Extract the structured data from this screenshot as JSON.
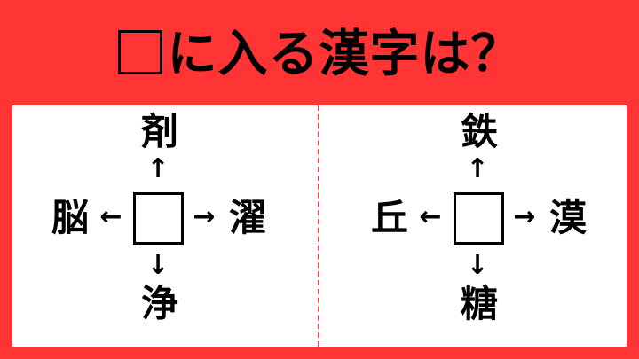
{
  "header": {
    "title_box_symbol": "",
    "title_text": "に入る漢字は？",
    "background_color": "#ff3434"
  },
  "puzzles": [
    {
      "top": "剤",
      "left": "脳",
      "right": "濯",
      "bottom": "浄",
      "answer_box": ""
    },
    {
      "top": "鉄",
      "left": "丘",
      "right": "漠",
      "bottom": "糖",
      "answer_box": ""
    }
  ],
  "arrows": {
    "up": "↑",
    "down": "↓",
    "left": "←",
    "right": "→"
  },
  "colors": {
    "divider": "#e8404a",
    "panel": "#ffffff",
    "text": "#000000"
  }
}
